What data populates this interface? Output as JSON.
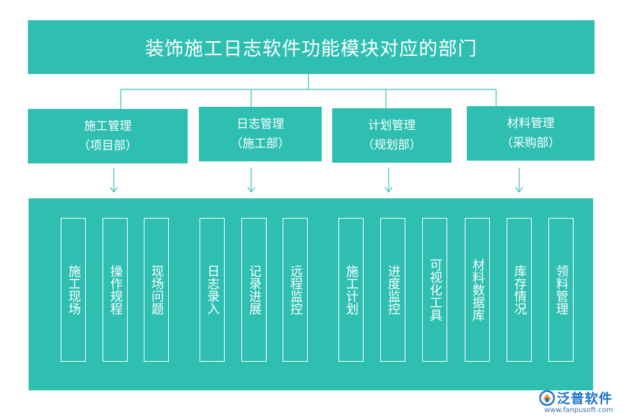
{
  "title": "装饰施工日志软件功能模块对应的部门",
  "colors": {
    "primary": "#2ebfb1",
    "text": "#ffffff",
    "connector": "#2ebfb1",
    "logo": "#1f73c9"
  },
  "departments": [
    {
      "name": "施工管理",
      "sub": "项目部"
    },
    {
      "name": "日志管理",
      "sub": "施工部"
    },
    {
      "name": "计划管理",
      "sub": "规划部"
    },
    {
      "name": "材料管理",
      "sub": "采购部"
    }
  ],
  "modules": [
    {
      "label": "施工现场",
      "dept": 0
    },
    {
      "label": "操作规程",
      "dept": 0
    },
    {
      "label": "现场问题",
      "dept": 0
    },
    {
      "label": "日志录入",
      "dept": 1
    },
    {
      "label": "记录进展",
      "dept": 1
    },
    {
      "label": "远程监控",
      "dept": 1
    },
    {
      "label": "施工计划",
      "dept": 2
    },
    {
      "label": "进度监控",
      "dept": 2
    },
    {
      "label": "可视化工具",
      "dept": 2
    },
    {
      "label": "材料数据库",
      "dept": 3
    },
    {
      "label": "库存情况",
      "dept": 3
    },
    {
      "label": "领料管理",
      "dept": 3
    }
  ],
  "logo": {
    "name": "泛普软件",
    "url": "www.fanpusoft.com",
    "icon": "fanpu-logo-icon"
  }
}
